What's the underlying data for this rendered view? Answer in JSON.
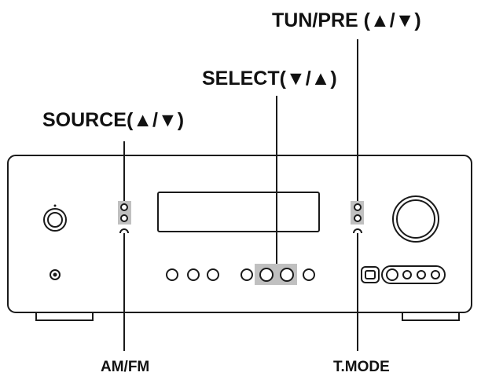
{
  "labels": {
    "tun_pre": "TUN/PRE (▲/▼)",
    "select": "SELECT(▼/▲)",
    "source": "SOURCE(▲/▼)",
    "am_fm": "AM/FM",
    "t_mode": "T.MODE"
  },
  "colors": {
    "line": "#1a1a1a",
    "highlight": "#c0c0c0",
    "panel": "#ffffff"
  },
  "icons": {
    "power": "power-knob-icon",
    "headphone": "headphone-jack-icon",
    "volume": "volume-knob-icon",
    "usb": "usb-port-icon"
  }
}
